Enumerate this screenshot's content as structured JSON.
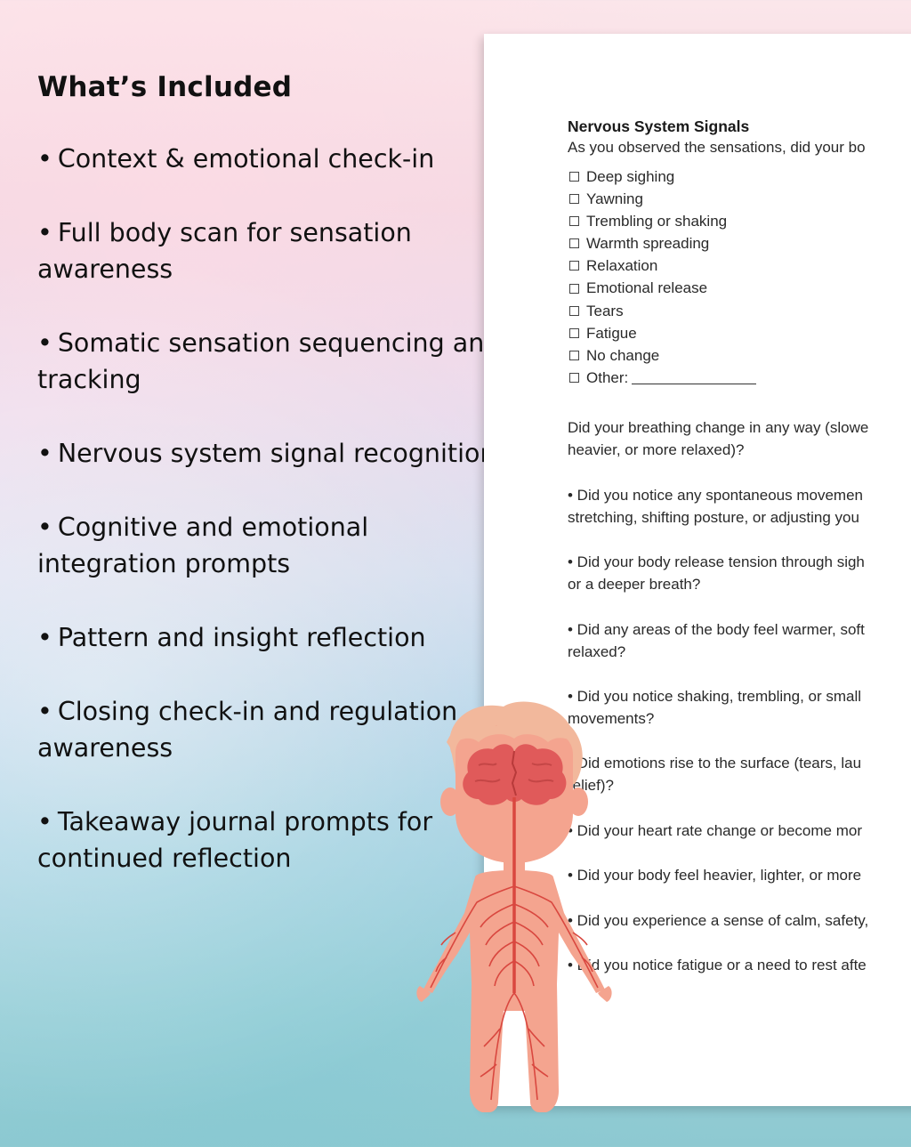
{
  "left_panel": {
    "heading": "What’s Included",
    "items": [
      {
        "line1": "Context & emotional check-in",
        "line2": ""
      },
      {
        "line1": "Full body scan for sensation",
        "line2": "awareness"
      },
      {
        "line1": "Somatic sensation sequencing and",
        "line2": "tracking"
      },
      {
        "line1": "Nervous system signal recognition",
        "line2": ""
      },
      {
        "line1": "Cognitive and emotional",
        "line2": "integration prompts"
      },
      {
        "line1": "Pattern and insight reflection",
        "line2": ""
      },
      {
        "line1": "Closing check-in and regulation",
        "line2": "awareness"
      },
      {
        "line1": "Takeaway journal prompts for",
        "line2": "continued reflection"
      }
    ],
    "bullet": "•"
  },
  "worksheet": {
    "title": "Nervous System Signals",
    "intro": "As you observed the sensations, did your bo",
    "checklist": [
      "Deep sighing",
      "Yawning",
      "Trembling or shaking",
      "Warmth spreading",
      "Relaxation",
      "Emotional release",
      "Tears",
      "Fatigue",
      "No change",
      "Other:"
    ],
    "breathing_q": {
      "line1": "Did your breathing change in any way (slowe",
      "line2": "heavier, or more relaxed)?"
    },
    "questions": [
      {
        "line1": "• Did you notice any spontaneous movemen",
        "line2": "stretching, shifting posture, or adjusting you"
      },
      {
        "line1": "• Did your body release tension through sigh",
        "line2": "or a deeper breath?"
      },
      {
        "line1": "• Did any areas of the body feel warmer, soft",
        "line2": "relaxed?"
      },
      {
        "line1": "• Did you notice shaking, trembling, or small",
        "line2": "movements?"
      },
      {
        "line1": "• Did emotions rise to the surface (tears, lau",
        "line2": "relief)?"
      },
      {
        "line1": "• Did your heart rate change or become mor",
        "line2": ""
      },
      {
        "line1": "• Did your body feel heavier, lighter, or more",
        "line2": ""
      },
      {
        "line1": "• Did you experience a sense of calm, safety,",
        "line2": ""
      },
      {
        "line1": "• Did you notice fatigue or a need to rest afte",
        "line2": ""
      }
    ]
  },
  "illustration": {
    "icon": "nervous-system-figure-icon",
    "colors": {
      "skin": "#f4a48f",
      "hair": "#f2b89c",
      "brain": "#e05a5a",
      "nerves": "#d9473f"
    }
  }
}
